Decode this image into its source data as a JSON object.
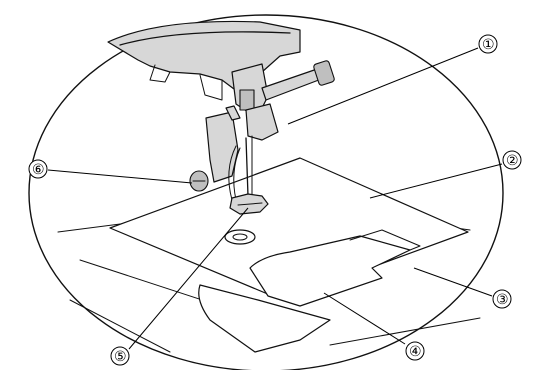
{
  "callouts": [
    {
      "id": 1,
      "label": "①"
    },
    {
      "id": 2,
      "label": "②"
    },
    {
      "id": 3,
      "label": "③"
    },
    {
      "id": 4,
      "label": "④"
    },
    {
      "id": 5,
      "label": "⑤"
    },
    {
      "id": 6,
      "label": "⑥"
    }
  ]
}
